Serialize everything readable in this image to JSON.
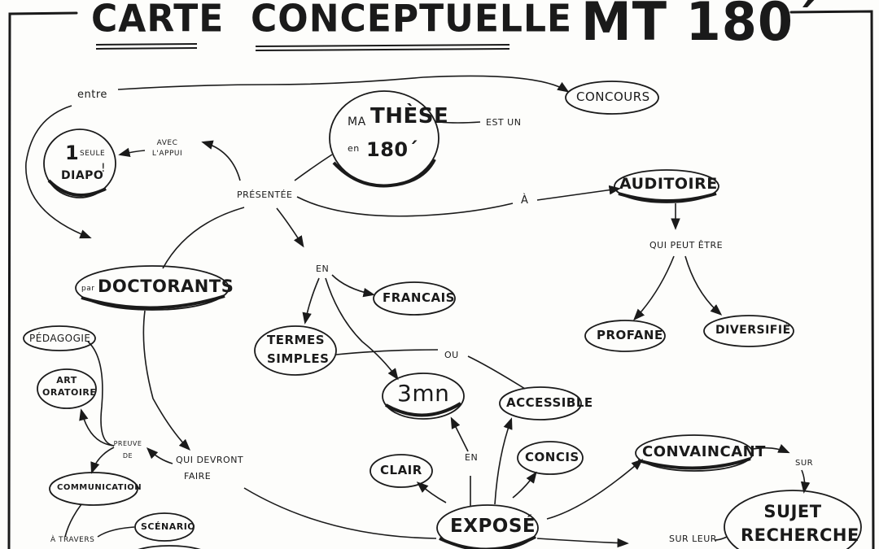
{
  "title": {
    "part1": "CARTE",
    "part2": "CONCEPTUELLE",
    "part3": "MT 180´"
  },
  "nodes": {
    "these_prefix": "MA",
    "these_main": "THÈSE",
    "these_prefix2": "en",
    "these_number": "180´",
    "concours": "CONCOURS",
    "auditoire": "AUDITOIRE",
    "profane": "PROFANE",
    "diversifie": "DIVERSIFIÉ",
    "doctorants_prefix": "par",
    "doctorants": "DOCTORANTS",
    "diapo_one": "1",
    "diapo_seule": "SEULE",
    "diapo_label": "DIAPO",
    "diapo_bang": "!",
    "francais": "FRANCAIS",
    "termes_line1": "TERMES",
    "termes_line2": "SIMPLES",
    "trois_mn": "3mn",
    "accessible": "ACCESSIBLE",
    "concis": "CONCIS",
    "clair": "CLAIR",
    "expose": "EXPOSÉ",
    "convaincant": "CONVAINCANT",
    "sujet_line1": "SUJET",
    "sujet_line2": "RECHERCHE",
    "pedagogie": "PÉDAGOGIE",
    "art_line1": "ART",
    "art_line2": "ORATOIRE",
    "communication": "COMMUNICATION",
    "scenario": "SCÉNARIO"
  },
  "links": {
    "entre": "entre",
    "est_un": "EST UN",
    "presentee": "PRÉSENTÉE",
    "avec_line1": "AVEC",
    "avec_line2": "L'APPUI",
    "a": "À",
    "qui_peut_etre": "QUI PEUT ÊTRE",
    "en_top": "EN",
    "ou": "OU",
    "qui_devront_line1": "QUI DEVRONT",
    "qui_devront_line2": "FAIRE",
    "preuve_line1": "PREUVE",
    "preuve_line2": "DE",
    "en_expose": "EN",
    "sur": "SUR",
    "sur_leur": "SUR LEUR",
    "a_travers": "À TRAVERS"
  }
}
